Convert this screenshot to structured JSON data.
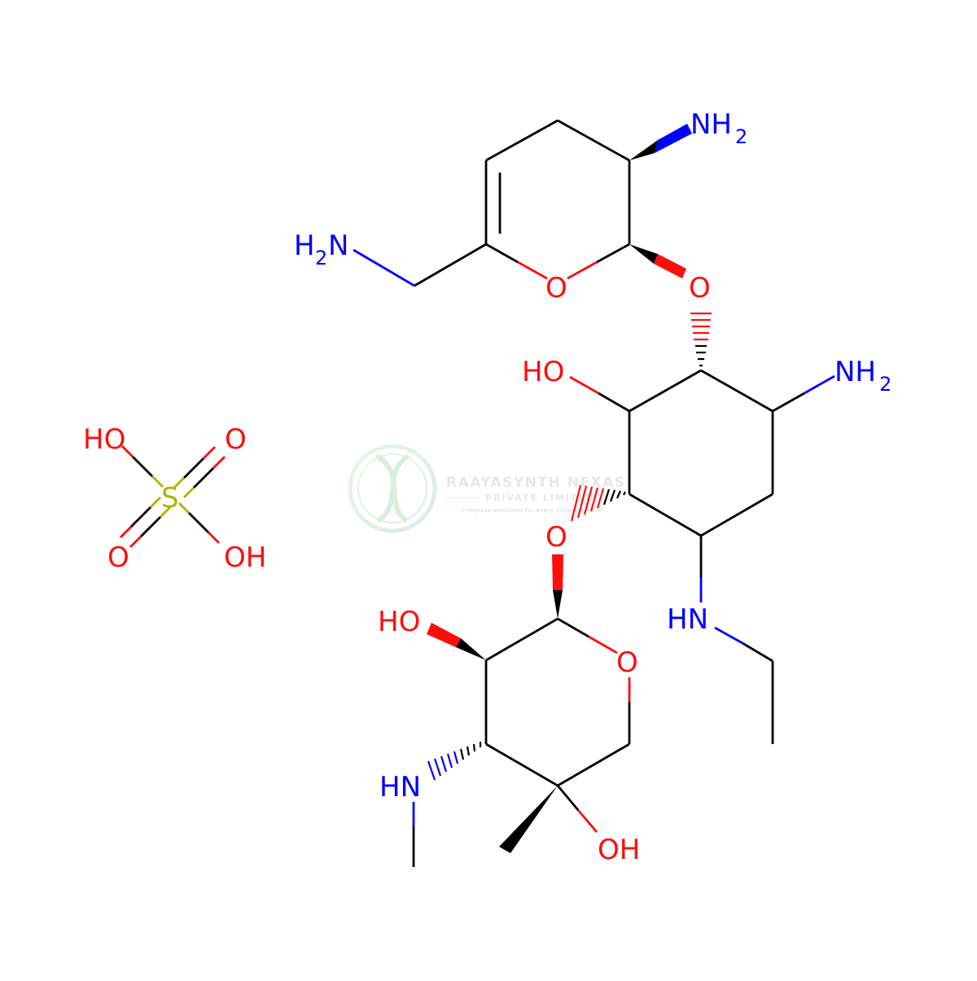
{
  "colors": {
    "bond": "#000000",
    "oxygen": "#ff0d0d",
    "nitrogen": "#0000ff",
    "sulfur": "#b2b200",
    "watermark": "#7c8a7c"
  },
  "atoms": {
    "nh2_top": "NH",
    "nh2_top_sub": "2",
    "h2n_left_h": "H",
    "h2n_left_sub": "2",
    "h2n_left_n": "N",
    "o_ring_top": "O",
    "o_link_top": "O",
    "ho_mid": "HO",
    "nh2_right": "NH",
    "nh2_right_sub": "2",
    "o_link_mid": "O",
    "hn_ethyl": "HN",
    "ho_lower": "HO",
    "o_ring_low": "O",
    "hn_methyl": "HN",
    "oh_bottom": "OH",
    "sulfate_ho": "HO",
    "sulfate_o_top": "O",
    "sulfate_s": "S",
    "sulfate_o_left": "O",
    "sulfate_oh": "OH"
  },
  "watermark": {
    "title": "RAAYASYNTH NEXAS",
    "subtitle": "PRIVATE LIMITED",
    "tagline": "Complete solutions for every molecule's life"
  }
}
